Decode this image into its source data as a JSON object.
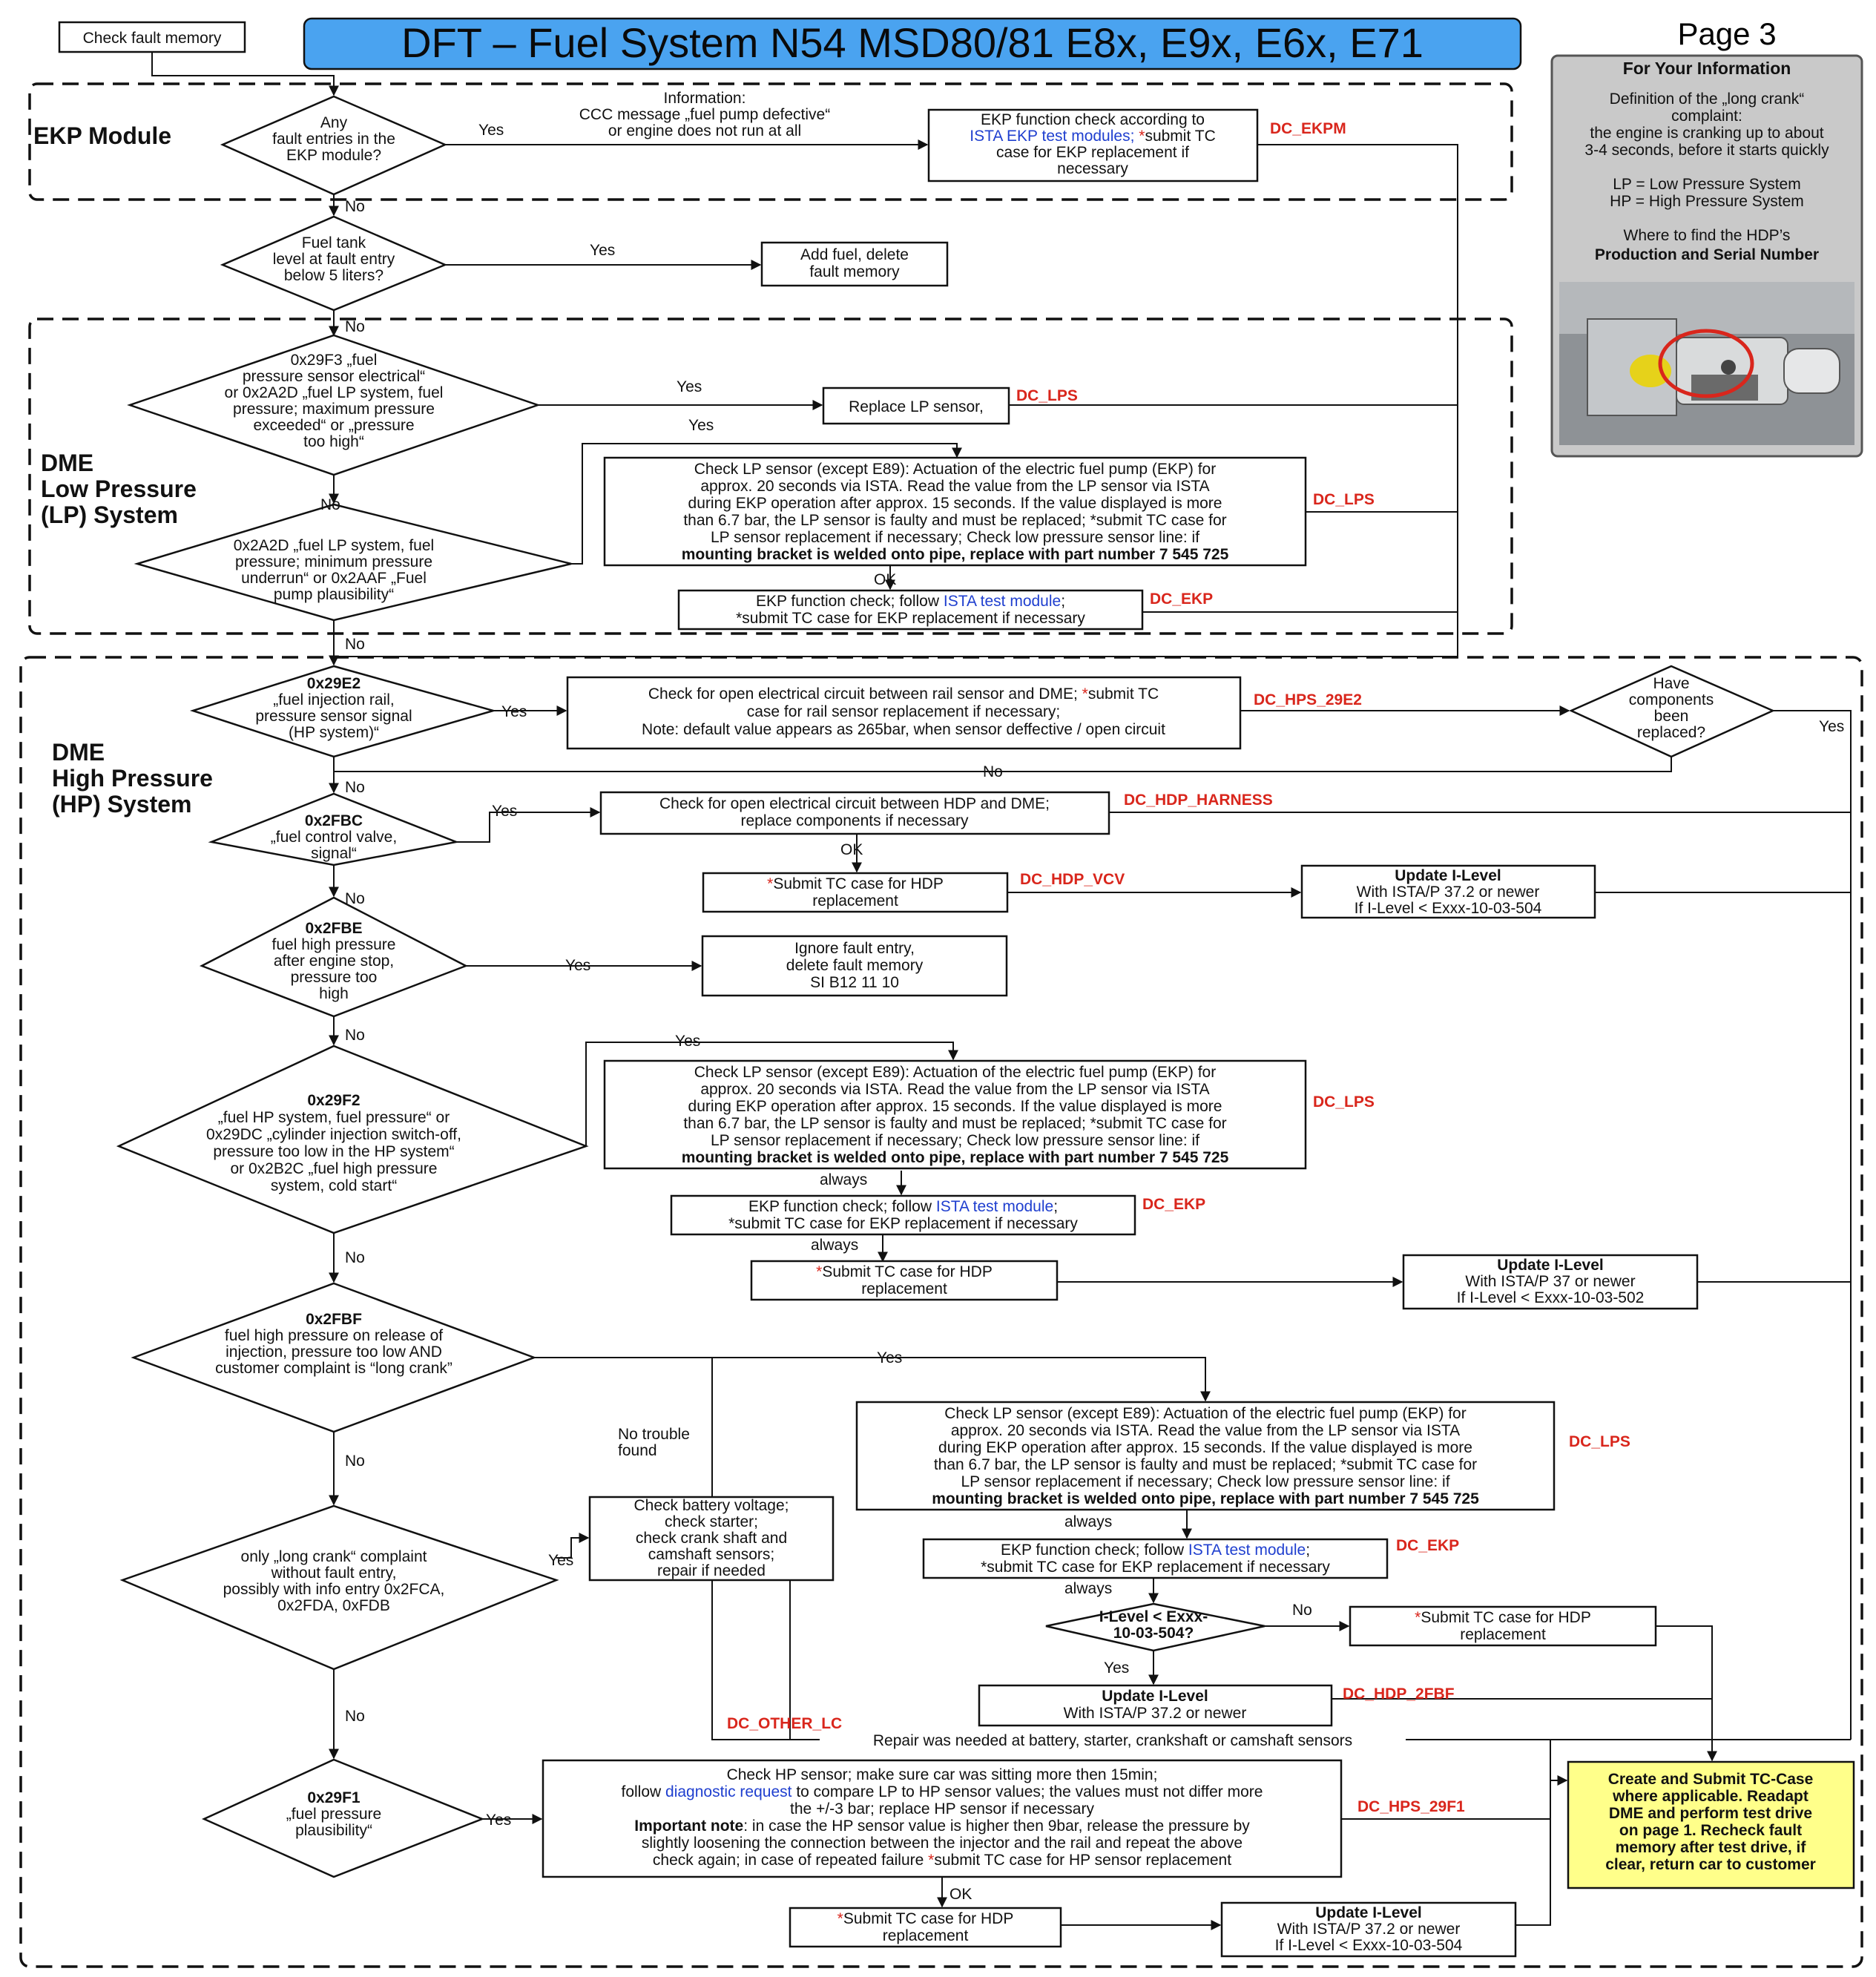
{
  "title": "DFT – Fuel System N54 MSD80/81 E8x, E9x, E6x, E71",
  "page_label": "Page 3",
  "start_box": "Check fault memory",
  "sections": {
    "ekp": "EKP Module",
    "lp": [
      "DME",
      "Low Pressure",
      "(LP) System"
    ],
    "hp": [
      "DME",
      "High Pressure",
      "(HP) System"
    ]
  },
  "info_panel": {
    "header": "For Your Information",
    "lines": [
      "Definition of the „long crank“",
      "complaint:",
      "the engine is cranking up to about",
      "3-4 seconds, before it starts quickly",
      "",
      "LP = Low Pressure System",
      "HP = High Pressure System",
      "",
      "Where to find the HDP’s"
    ],
    "bold_line": "Production and Serial Number",
    "photo_alt": "HDP photo"
  },
  "labels": {
    "yes": "Yes",
    "no": "No",
    "ok": "OK",
    "always": "always"
  },
  "codes": {
    "ekpm": "DC_EKPM",
    "lps": "DC_LPS",
    "ekp": "DC_EKP",
    "hps_29e2": "DC_HPS_29E2",
    "hdp_harness": "DC_HDP_HARNESS",
    "hdp_vcv": "DC_HDP_VCV",
    "hdp_2fbf": "DC_HDP_2FBF",
    "other_lc": "DC_OTHER_LC",
    "hps_29f1": "DC_HPS_29F1"
  },
  "decisions": {
    "d1": [
      "Any",
      "fault entries in the",
      "EKP module?"
    ],
    "d2": [
      "Fuel tank",
      "level at fault entry",
      "below 5 liters?"
    ],
    "d3": [
      "0x29F3 „fuel",
      "pressure sensor electrical“",
      "or 0x2A2D „fuel LP system, fuel",
      "pressure; maximum pressure",
      "exceeded“ or „pressure",
      "too high“"
    ],
    "d4": [
      "0x2A2D „fuel LP system, fuel",
      "pressure; minimum pressure",
      "underrun“ or 0x2AAF „Fuel",
      "pump plausibility“"
    ],
    "d5": [
      "0x29E2",
      "„fuel injection rail,",
      "pressure sensor signal",
      "(HP system)“"
    ],
    "d6": [
      "Have",
      "components",
      "been",
      "replaced?"
    ],
    "d7": [
      "0x2FBC",
      "„fuel control valve,",
      "signal“"
    ],
    "d8": [
      "0x2FBE",
      "fuel high pressure",
      "after engine stop,",
      "pressure too",
      "high"
    ],
    "d9": [
      "0x29F2",
      "„fuel HP system, fuel pressure“ or",
      "0x29DC „cylinder injection switch-off,",
      "pressure too low in the HP system“",
      "or 0x2B2C „fuel high pressure",
      "system, cold start“"
    ],
    "d10": [
      "0x2FBF",
      "fuel high pressure on release of",
      "injection, pressure too low AND",
      "customer complaint is “long crank”"
    ],
    "d11": [
      "only „long crank“ complaint",
      "without fault entry,",
      "possibly with info entry 0x2FCA,",
      "0x2FDA, 0xFDB"
    ],
    "d12": [
      "0x29F1",
      "„fuel pressure",
      "plausibility“"
    ],
    "d13": [
      "I-Level < Exxx-",
      "10-03-504?"
    ]
  },
  "info_ccc": [
    "Information:",
    "CCC message „fuel pump defective“",
    "or engine does not run at all"
  ],
  "boxes": {
    "ekp_check": [
      "EKP function check according to",
      "ISTA EKP test modules; *submit TC",
      "case for EKP replacement if",
      "necessary"
    ],
    "add_fuel": [
      "Add fuel, delete",
      "fault memory"
    ],
    "replace_lp": "Replace LP sensor,",
    "lp_check": [
      "Check LP sensor (except E89): Actuation of the electric fuel pump (EKP) for",
      "approx. 20 seconds via ISTA. Read the value from the LP sensor via ISTA",
      "during EKP operation after approx. 15 seconds. If the value displayed is more",
      "than 6.7 bar, the LP sensor is faulty and must be replaced; *submit TC case for",
      "LP sensor replacement if necessary; Check low pressure sensor line: if",
      "mounting bracket is welded onto pipe, replace with part number 7 545 725"
    ],
    "ekp_func": [
      "EKP function check; follow ISTA test module;",
      "*submit TC case for EKP replacement if necessary"
    ],
    "rail_check": [
      "Check for open electrical circuit between rail sensor and DME; *submit TC",
      "case for rail sensor replacement if necessary;",
      "Note: default value appears as 265bar, when sensor deffective / open circuit"
    ],
    "hdp_circuit": [
      "Check for open electrical circuit between HDP and DME;",
      "replace components if necessary"
    ],
    "submit_hdp": [
      "*Submit TC case for HDP",
      "replacement"
    ],
    "update_504": [
      "Update I-Level",
      "With ISTA/P 37.2 or newer",
      "If I-Level < Exxx-10-03-504"
    ],
    "ignore_fault": [
      "Ignore fault entry,",
      "delete fault memory",
      "SI B12 11 10"
    ],
    "update_502": [
      "Update I-Level",
      "With ISTA/P 37 or newer",
      "If I-Level < Exxx-10-03-502"
    ],
    "battery": [
      "Check battery voltage;",
      "check starter;",
      "check crank shaft and",
      "camshaft sensors;",
      "repair if needed"
    ],
    "no_trouble": [
      "No trouble",
      "found"
    ],
    "update_372": [
      "Update I-Level",
      "With ISTA/P 37.2 or newer"
    ],
    "repair_note": "Repair was needed at battery, starter, crankshaft or camshaft sensors",
    "hp_sensor": [
      "Check HP sensor; make sure car was sitting more then 15min;",
      "follow diagnostic request to compare LP to HP sensor values; the values must not differ more",
      "the +/-3 bar; replace HP sensor if necessary",
      "Important note: in case the HP sensor value is higher then 9bar, release the pressure by",
      "slightly loosening the connection between the injector and the rail and repeat the above",
      "check again; in case of repeated failure *submit TC case for HP sensor replacement"
    ],
    "final": [
      "Create and Submit TC-Case",
      "where applicable. Readapt",
      "DME and perform test drive",
      "on page 1. Recheck fault",
      "memory after test drive, if",
      "clear, return car to customer"
    ]
  },
  "colors": {
    "title_bg": "#4aa3f0",
    "code_red": "#d9261c",
    "link_blue": "#1f3fcf",
    "final_bg": "#ffff8a",
    "info_bg": "#c9c9c9"
  }
}
